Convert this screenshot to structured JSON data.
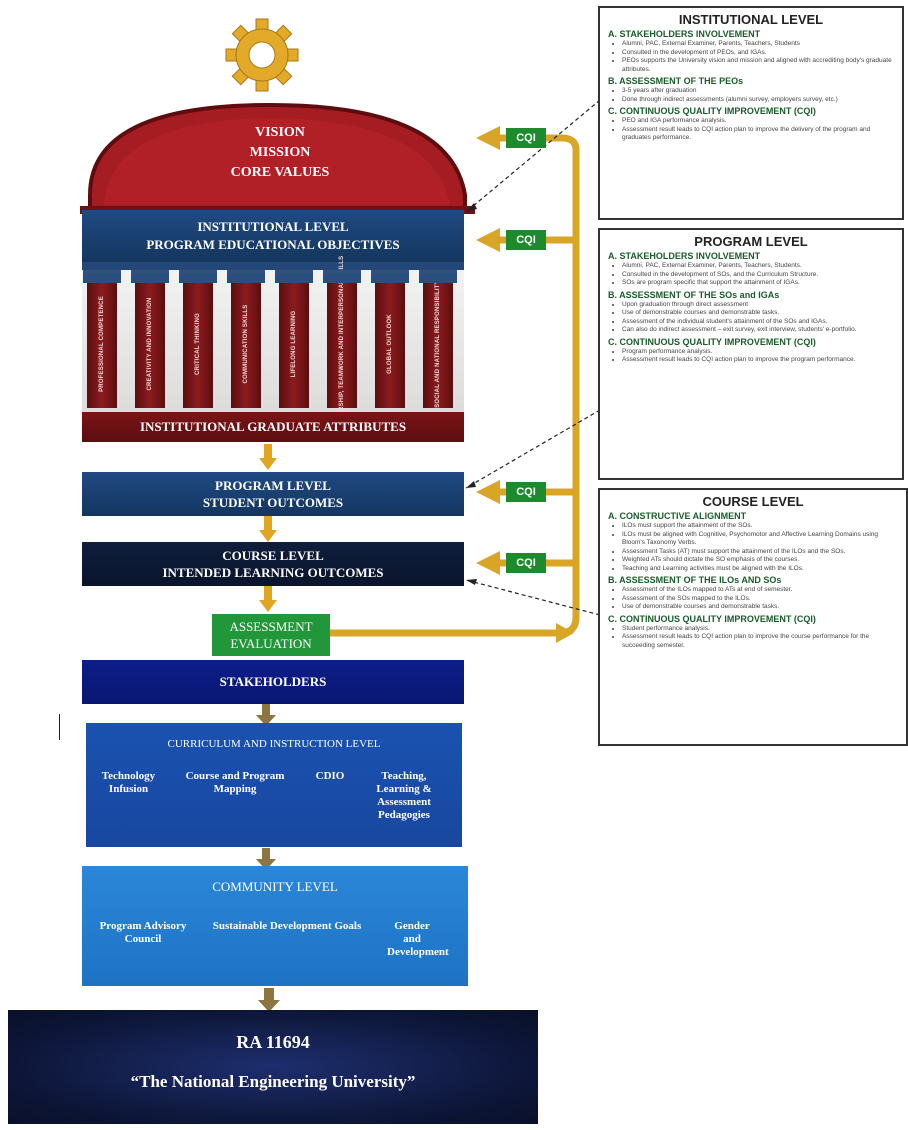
{
  "diagram": {
    "dome": {
      "lines": [
        "VISION",
        "MISSION",
        "CORE VALUES"
      ]
    },
    "institutional": {
      "line1": "INSTITUTIONAL LEVEL",
      "line2": "PROGRAM EDUCATIONAL OBJECTIVES"
    },
    "pillars": [
      "PROFESSIONAL COMPETENCE",
      "CREATIVITY AND INNOVATION",
      "CRITICAL THINKING",
      "COMMUNICATION SKILLS",
      "LIFELONG LEARNING",
      "LEADERSHIP, TEAMWORK AND INTERPERSONAL SKILLS",
      "GLOBAL OUTLOOK",
      "SOCIAL AND NATIONAL RESPONSIBILITY"
    ],
    "graduate_attributes": "INSTITUTIONAL GRADUATE ATTRIBUTES",
    "program": {
      "line1": "PROGRAM LEVEL",
      "line2": "STUDENT OUTCOMES"
    },
    "course": {
      "line1": "COURSE LEVEL",
      "line2": "INTENDED LEARNING OUTCOMES"
    },
    "assessment": {
      "line1": "ASSESSMENT",
      "line2": "EVALUATION"
    },
    "stakeholders": "STAKEHOLDERS",
    "curriculum": {
      "title": "CURRICULUM AND INSTRUCTION LEVEL",
      "items": [
        "Technology Infusion",
        "Course and Program Mapping",
        "CDIO",
        "Teaching, Learning & Assessment Pedagogies"
      ]
    },
    "community": {
      "title": "COMMUNITY LEVEL",
      "items": [
        "Program Advisory Council",
        "Sustainable Development Goals",
        "Gender and Development"
      ]
    },
    "ra": {
      "title": "RA 11694",
      "subtitle": "“The National Engineering University”"
    },
    "cqi_label": "CQI"
  },
  "panels": {
    "institutional": {
      "title": "INSTITUTIONAL LEVEL",
      "sections": [
        {
          "heading": "A. STAKEHOLDERS INVOLVEMENT",
          "items": [
            "Alumni, PAC, External Examiner, Parents, Teachers, Students",
            "Consulted in the development of PEOs, and IGAs.",
            "PEOs supports the University vision and mission and aligned with accrediting body's graduate attributes."
          ]
        },
        {
          "heading": "B. ASSESSMENT OF THE PEOs",
          "items": [
            "3-5 years after graduation",
            "Done through indirect assessments (alumni survey, employers survey, etc.)"
          ]
        },
        {
          "heading": "C. CONTINUOUS QUALITY IMPROVEMENT (CQI)",
          "items": [
            "PEO and IGA performance analysis.",
            "Assessment result leads to CQI action plan to improve the delivery of the program and graduates performance."
          ]
        }
      ]
    },
    "program": {
      "title": "PROGRAM LEVEL",
      "sections": [
        {
          "heading": "A. STAKEHOLDERS INVOLVEMENT",
          "items": [
            "Alumni, PAC, External Examiner, Parents, Teachers, Students.",
            "Consulted in the development of SOs, and the Curriculum Structure.",
            "SOs are program specific that support the attainment of IGAs."
          ]
        },
        {
          "heading": "B. ASSESSMENT OF THE SOs and IGAs",
          "items": [
            "Upon graduation through direct assessment",
            "Use of demonstrable courses and demonstrable tasks.",
            "Assessment of the individual student's attainment of the SOs and IGAs.",
            "Can also do indirect assessment – exit survey, exit interview, students' e-portfolio."
          ]
        },
        {
          "heading": "C. CONTINUOUS QUALITY IMPROVEMENT (CQI)",
          "items": [
            "Program performance analysis.",
            "Assessment result leads to CQI action plan to improve the program performance."
          ]
        }
      ]
    },
    "course": {
      "title": "COURSE LEVEL",
      "sections": [
        {
          "heading": "A. CONSTRUCTIVE ALIGNMENT",
          "items": [
            "ILOs must support the attainment of the SOs.",
            "ILOs must be aligned with Cognitive, Psychomotor and Affective Learning Domains using Bloom's Taxonomy Verbs.",
            "Assessment Tasks (AT) must support the attainment of the ILOs and the SOs.",
            "Weighted ATs should dictate the SO emphasis of the courses.",
            "Teaching and Learning activities must be aligned with the ILOs."
          ]
        },
        {
          "heading": "B. ASSESSMENT OF THE ILOs AND SOs",
          "items": [
            "Assessment of the ILOs mapped to ATs at end of semester.",
            "Assessment of the SOs mapped to the ILOs.",
            "Use of demonstrable courses and demonstrable tasks."
          ]
        },
        {
          "heading": "C. CONTINUOUS QUALITY IMPROVEMENT (CQI)",
          "items": [
            "Student performance analysis.",
            "Assessment result leads to CQI action plan to improve the course performance for the succeeding semester."
          ]
        }
      ]
    }
  }
}
